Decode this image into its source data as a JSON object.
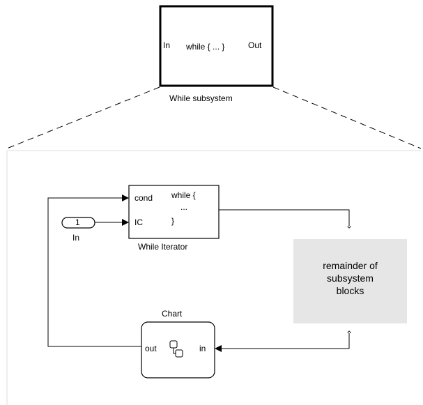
{
  "top_block": {
    "in_port": "In",
    "body": "while { ... }",
    "out_port": "Out",
    "caption": "While subsystem"
  },
  "while_iterator": {
    "port_cond": "cond",
    "port_ic": "IC",
    "code_line1": "while {",
    "code_line2": "...",
    "code_line3": "}",
    "caption": "While Iterator"
  },
  "inport": {
    "number": "1",
    "caption": "In"
  },
  "remainder": {
    "line1": "remainder of",
    "line2": "subsystem",
    "line3": "blocks"
  },
  "chart": {
    "title": "Chart",
    "port_out": "out",
    "port_in": "in",
    "icon": "stateflow-chart-icon"
  }
}
